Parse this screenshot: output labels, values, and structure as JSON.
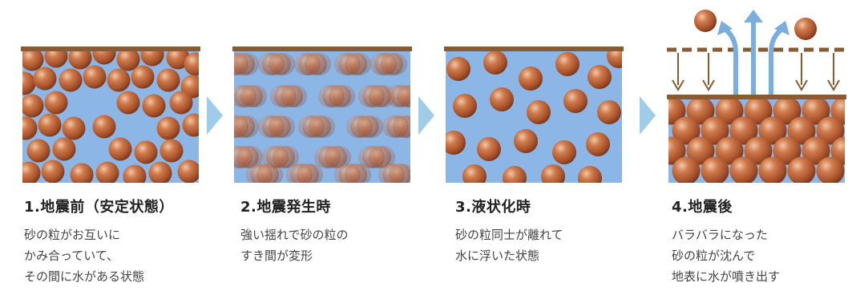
{
  "colors": {
    "water": "#8cb6e6",
    "bar": "#8a5a30",
    "grain": "#b85f36",
    "chevron": "#9fcce8",
    "arrow_up": "#7aaede",
    "arrow_down": "#8a5a30"
  },
  "icons": [
    "chevron-right-icon",
    "arrow-up-icon",
    "arrow-down-icon",
    "sand-grain-icon"
  ],
  "panels": [
    {
      "title": "1.地震前（安定状態）",
      "lines": [
        "砂の粒がお互いに",
        "かみ合っていて、",
        "その間に水がある状態"
      ]
    },
    {
      "title": "2.地震発生時",
      "lines": [
        "強い揺れで砂の粒の",
        "すき間が変形"
      ]
    },
    {
      "title": "3.液状化時",
      "lines": [
        "砂の粒同士が離れて",
        "水に浮いた状態"
      ]
    },
    {
      "title": "4.地震後",
      "lines": [
        "バラバラになった",
        "砂の粒が沈んで",
        "地表に水が噴き出す"
      ]
    }
  ]
}
